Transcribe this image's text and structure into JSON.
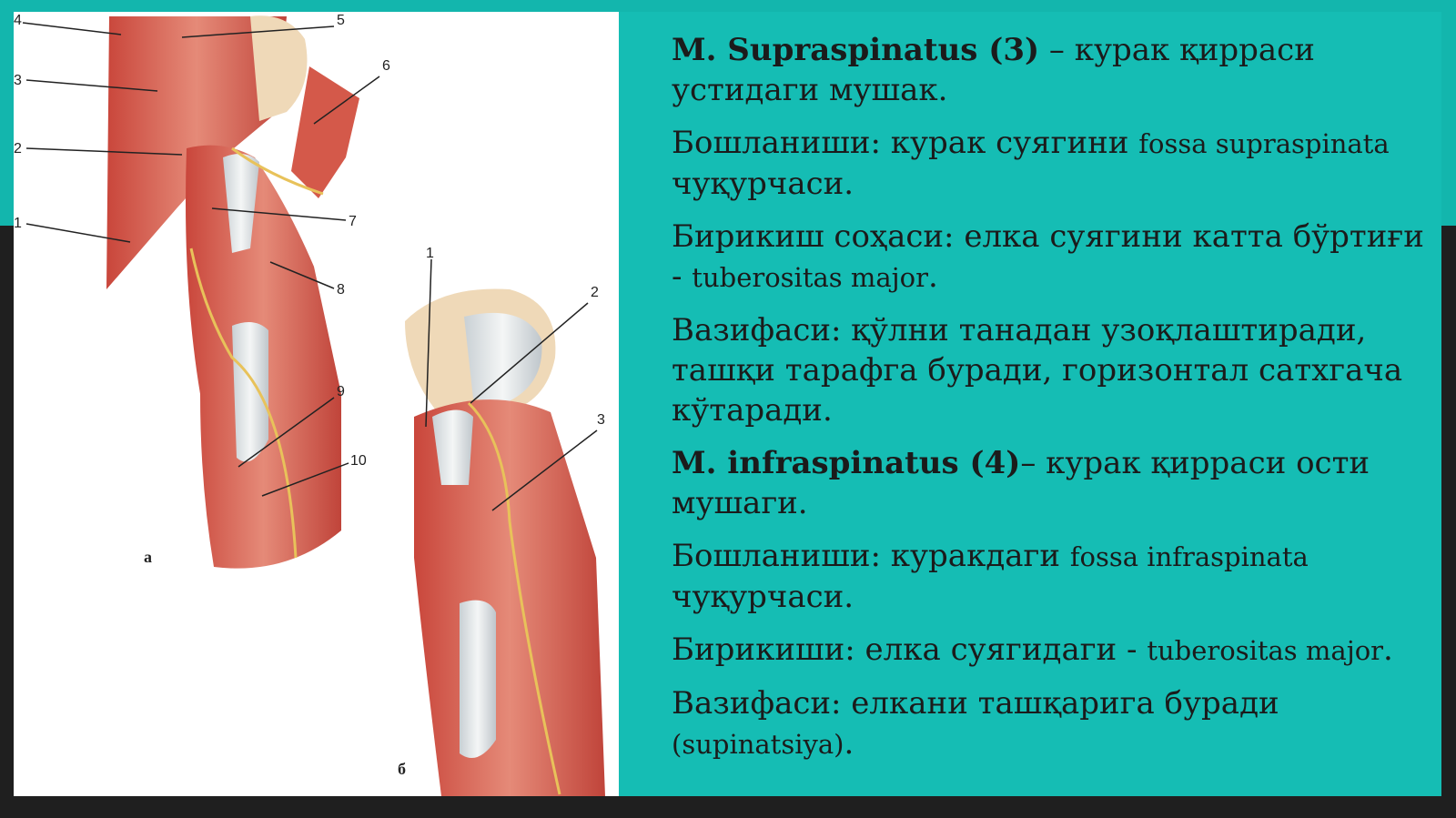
{
  "figure": {
    "labels_a": [
      "1",
      "2",
      "3",
      "4",
      "5",
      "6",
      "7",
      "8",
      "9",
      "10"
    ],
    "labels_b": [
      "1",
      "2",
      "3"
    ],
    "caption_a": "а",
    "caption_b": "б"
  },
  "paragraphs": [
    {
      "bold": "M. Supraspinatus (3)",
      "text": " – курак қирраси устидаги мушак."
    },
    {
      "pre": "Бошланиши: курак суягини ",
      "latin": "fossa supraspinata",
      "post": " чуқурчаси."
    },
    {
      "pre": "Бирикиш соҳаси: елка суягини катта бўртиғи - ",
      "latin": "tuberositas major",
      "post": "."
    },
    {
      "text": "Вазифаси: қўлни танадан узоқлаштиради, ташқи тарафга буради, горизонтал сатхгача кўтаради."
    },
    {
      "bold": "M. infraspinatus (4)",
      "text": "– курак қирраси ости мушаги."
    },
    {
      "pre": "Бошланиши: куракдаги ",
      "latin": "fossa infraspinata",
      "post": " чуқурчаси."
    },
    {
      "pre": "Бирикиши: елка суягидаги - ",
      "latin": "tuberositas major",
      "post": "."
    },
    {
      "pre": "Вазифаси: елкани ташқарига буради ",
      "latin": "(supinatsiya)",
      "post": "."
    }
  ]
}
